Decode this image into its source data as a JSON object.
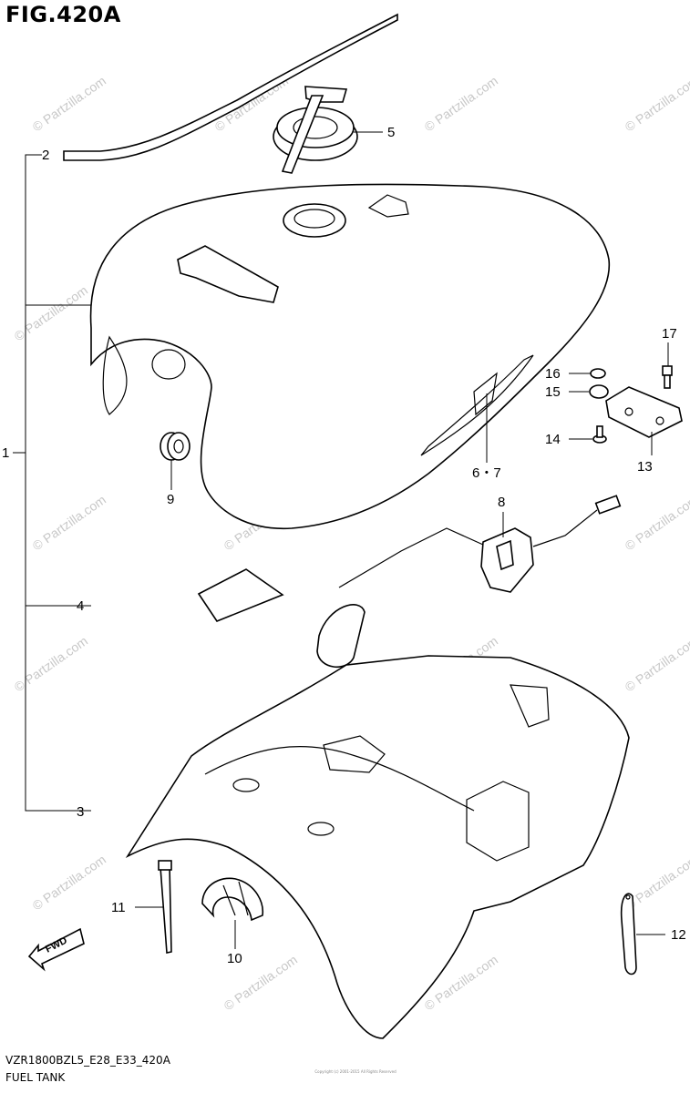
{
  "figure": {
    "title": "FIG.420A",
    "code": "VZR1800BZL5_E28_E33_420A",
    "name": "FUEL TANK",
    "copyright": "Copyright (c) 2001-2015 All Rights Reserved"
  },
  "watermark": "© Partzilla.com",
  "fwd_label": "FWD",
  "callouts": {
    "c1": "1",
    "c2": "2",
    "c3": "3",
    "c4": "4",
    "c5": "5",
    "c67": "6・7",
    "c8": "8",
    "c9": "9",
    "c10": "10",
    "c11": "11",
    "c12": "12",
    "c13": "13",
    "c14": "14",
    "c15": "15",
    "c16": "16",
    "c17": "17"
  }
}
